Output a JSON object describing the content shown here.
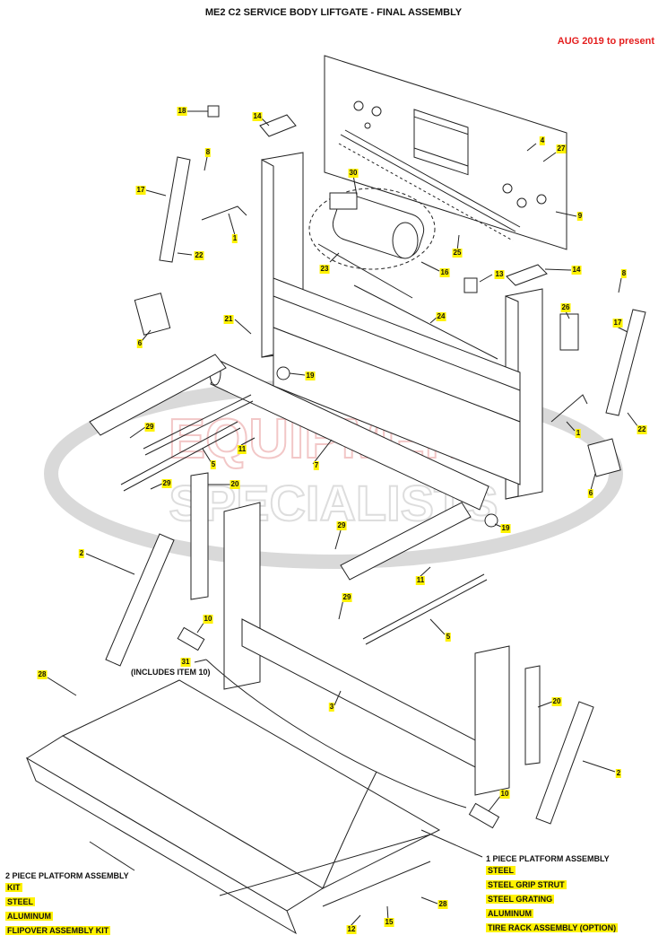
{
  "title": "ME2 C2 SERVICE BODY LIFTGATE - FINAL ASSEMBLY",
  "date_range": "AUG 2019 to present",
  "watermark": {
    "line1": "EQUIPMENT",
    "line2": "SPECIALISTS",
    "color": "#e03030"
  },
  "highlight_color": "#fff200",
  "note": "(INCLUDES ITEM 10)",
  "callouts": {
    "c18": "18",
    "c14a": "14",
    "c8a": "8",
    "c17a": "17",
    "c1a": "1",
    "c22a": "22",
    "c6a": "6",
    "c21": "21",
    "c30": "30",
    "c23": "23",
    "c16": "16",
    "c25": "25",
    "c4": "4",
    "c27": "27",
    "c9": "9",
    "c13": "13",
    "c14b": "14",
    "c8b": "8",
    "c17b": "17",
    "c24": "24",
    "c26": "26",
    "c19a": "19",
    "c1b": "1",
    "c22b": "22",
    "c6b": "6",
    "c29a": "29",
    "c11a": "11",
    "c5a": "5",
    "c7": "7",
    "c29b": "29",
    "c20a": "20",
    "c19b": "19",
    "c2a": "2",
    "c29c": "29",
    "c11b": "11",
    "c29d": "29",
    "c5b": "5",
    "c10a": "10",
    "c31": "31",
    "c3": "3",
    "c28a": "28",
    "c20b": "20",
    "c2b": "2",
    "c10b": "10",
    "c28b": "28",
    "c15": "15",
    "c12": "12"
  },
  "two_piece": {
    "heading": "2 PIECE PLATFORM ASSEMBLY",
    "items": [
      "KIT",
      "STEEL",
      "ALUMINUM",
      "FLIPOVER ASSEMBLY KIT"
    ]
  },
  "one_piece": {
    "heading": "1 PIECE PLATFORM ASSEMBLY",
    "items": [
      "STEEL",
      "STEEL GRIP STRUT",
      "STEEL GRATING",
      "ALUMINUM",
      "TIRE RACK ASSEMBLY (OPTION)"
    ]
  }
}
